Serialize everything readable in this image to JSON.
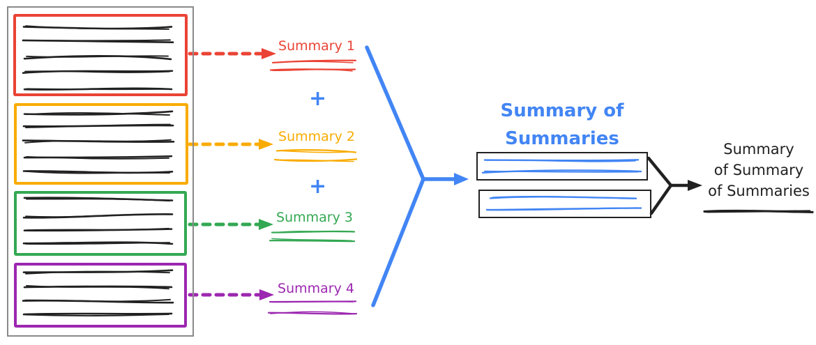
{
  "colors": {
    "red": "#ea4335",
    "yellow": "#f9ab00",
    "green": "#34a853",
    "purple": "#9c27b0",
    "blue": "#4285f4",
    "ink": "#212121",
    "frame_gray": "#8a8a8a"
  },
  "labels": {
    "summary_1": "Summary 1",
    "summary_2": "Summary 2",
    "summary_3": "Summary 3",
    "summary_4": "Summary 4"
  },
  "operators": {
    "plus": "+"
  },
  "title": {
    "line1": "Summary of",
    "line2": "Summaries"
  },
  "final": {
    "line1": "Summary",
    "line2": "of Summary",
    "line3": "of Summaries"
  }
}
